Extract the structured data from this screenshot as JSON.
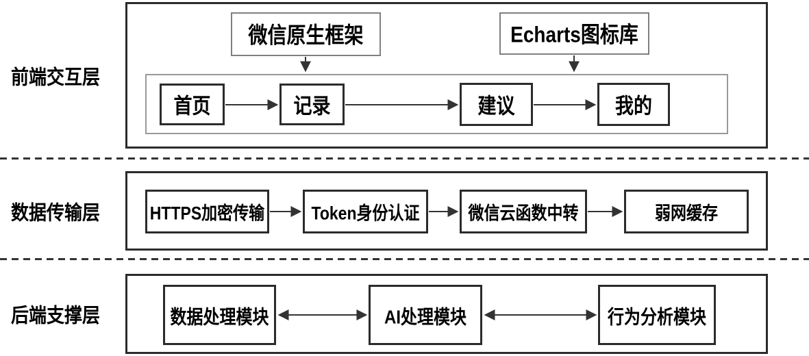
{
  "layers": [
    {
      "id": "frontend",
      "label": "前端交互层",
      "framework_nodes": [
        {
          "label": "微信原生框架"
        },
        {
          "label": "Echarts图标库"
        }
      ],
      "page_nodes": [
        {
          "label": "首页"
        },
        {
          "label": "记录"
        },
        {
          "label": "建议"
        },
        {
          "label": "我的"
        }
      ]
    },
    {
      "id": "data-transport",
      "label": "数据传输层",
      "nodes": [
        {
          "label": "HTTPS加密传输"
        },
        {
          "label": "Token身份认证"
        },
        {
          "label": "微信云函数中转"
        },
        {
          "label": "弱网缓存"
        }
      ]
    },
    {
      "id": "backend",
      "label": "后端支撑层",
      "nodes": [
        {
          "label": "数据处理模块"
        },
        {
          "label": "AI处理模块"
        },
        {
          "label": "行为分析模块"
        }
      ]
    }
  ],
  "colors": {
    "node_border": "#2b2b2b",
    "framework_border": "#7f7f7f",
    "container_border": "#999999",
    "connector": "#333333",
    "text": "#000000",
    "background": "#ffffff"
  }
}
